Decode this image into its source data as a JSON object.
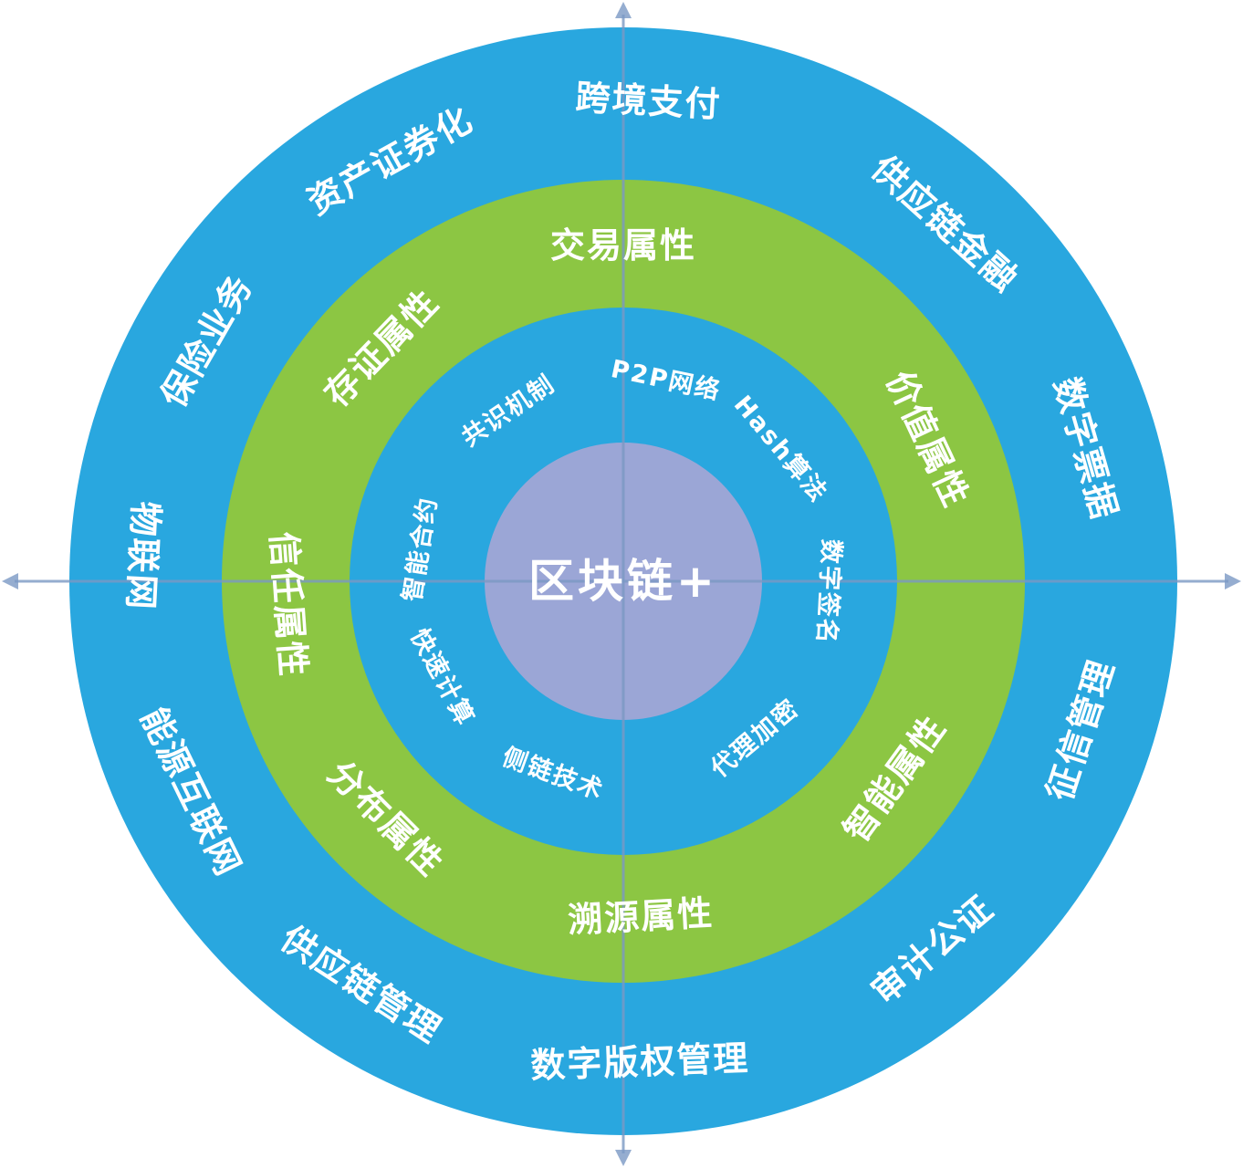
{
  "center_label": "区块链+",
  "colors": {
    "ring_blue": "#29a7df",
    "ring_green": "#8cc643",
    "center_purple": "#9ba6d6",
    "label_text": "#ffffff",
    "axis": "#7b99c4",
    "background": "#ffffff"
  },
  "rings": [
    {
      "name": "applications",
      "label_radius": 527,
      "font_size": 38,
      "items": [
        {
          "text": "跨境支付",
          "angle": 3,
          "flip": false
        },
        {
          "text": "供应链金融",
          "angle": 42,
          "flip": false
        },
        {
          "text": "数字票据",
          "angle": 74,
          "flip": false
        },
        {
          "text": "征信管理",
          "angle": 108,
          "flip": true
        },
        {
          "text": "审计公证",
          "angle": 140,
          "flip": true
        },
        {
          "text": "数字版权管理",
          "angle": 178,
          "flip": true
        },
        {
          "text": "供应链管理",
          "angle": 213,
          "flip": true
        },
        {
          "text": "能源互联网",
          "angle": 244,
          "flip": true
        },
        {
          "text": "物联网",
          "angle": 273,
          "flip": true
        },
        {
          "text": "保险业务",
          "angle": 300,
          "flip": false
        },
        {
          "text": "资产证券化",
          "angle": 331,
          "flip": false
        }
      ]
    },
    {
      "name": "attributes",
      "label_radius": 368,
      "font_size": 38,
      "items": [
        {
          "text": "交易属性",
          "angle": 0,
          "flip": false
        },
        {
          "text": "价值属性",
          "angle": 65,
          "flip": false
        },
        {
          "text": "智能属性",
          "angle": 126,
          "flip": true
        },
        {
          "text": "溯源属性",
          "angle": 177,
          "flip": true
        },
        {
          "text": "分布属性",
          "angle": 225,
          "flip": true
        },
        {
          "text": "信任属性",
          "angle": 266,
          "flip": true
        },
        {
          "text": "存证属性",
          "angle": 314,
          "flip": false
        }
      ]
    },
    {
      "name": "technologies",
      "label_radius": 225,
      "font_size": 27,
      "items": [
        {
          "text": "P2P网络",
          "angle": 12,
          "flip": false
        },
        {
          "text": "Hash算法",
          "angle": 50,
          "flip": false
        },
        {
          "text": "数字签名",
          "angle": 93,
          "flip": false
        },
        {
          "text": "代理加密",
          "angle": 140,
          "flip": true
        },
        {
          "text": "侧链技术",
          "angle": 200,
          "flip": true
        },
        {
          "text": "快速计算",
          "angle": 242,
          "flip": true
        },
        {
          "text": "智能合约",
          "angle": 279,
          "flip": false
        },
        {
          "text": "共识机制",
          "angle": 326,
          "flip": false
        }
      ]
    }
  ],
  "axes": {
    "arrows": [
      "up",
      "down",
      "left",
      "right"
    ]
  }
}
